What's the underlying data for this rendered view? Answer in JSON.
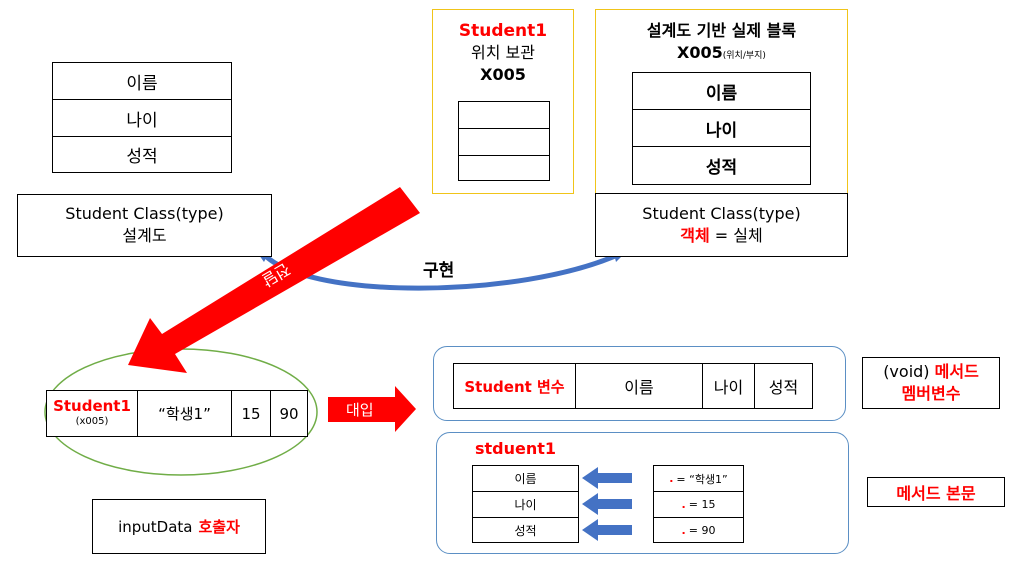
{
  "type_table": {
    "fields": [
      "이름",
      "나이",
      "성적"
    ]
  },
  "class_box": {
    "line1": "Student Class(type)",
    "line2": "설계도"
  },
  "location_box": {
    "var_name": "Student1",
    "desc": "위치 보관",
    "address": "X005"
  },
  "real_block": {
    "title": "설계도 기반 실제 블록",
    "address": "X005",
    "address_note": "(위치/부지)",
    "fields": [
      "이름",
      "나이",
      "성적"
    ],
    "class_line1": "Student Class(type)",
    "obj_word": "객체",
    "obj_rest": "= 실체"
  },
  "impl_label": "구현",
  "arrow_label": "전달",
  "assign_label": "대입",
  "caller_row": {
    "var_name": "Student1",
    "var_addr": "(x005)",
    "name_value": "“학생1”",
    "age_value": "15",
    "score_value": "90"
  },
  "caller_box": {
    "prefix": "inputData",
    "highlight": "호출자"
  },
  "param_row": {
    "var_label": "Student 변수",
    "fields": [
      "이름",
      "나이",
      "성적"
    ]
  },
  "member_label": {
    "prefix": "(void)",
    "highlight1": "메서드",
    "line2": "멤버변수"
  },
  "body_block": {
    "title": "stduent1",
    "fields": [
      "이름",
      "나이",
      "성적"
    ],
    "dot": ".",
    "assignments": [
      "= “학생1”",
      "= 15",
      "= 90"
    ]
  },
  "body_label": "메서드 본문",
  "colors": {
    "red": "#ff0000",
    "yellow_border": "#f0c419",
    "blue_border": "#5b8fc4",
    "green_ellipse": "#70ad47",
    "blue_arrow": "#4472c4"
  }
}
